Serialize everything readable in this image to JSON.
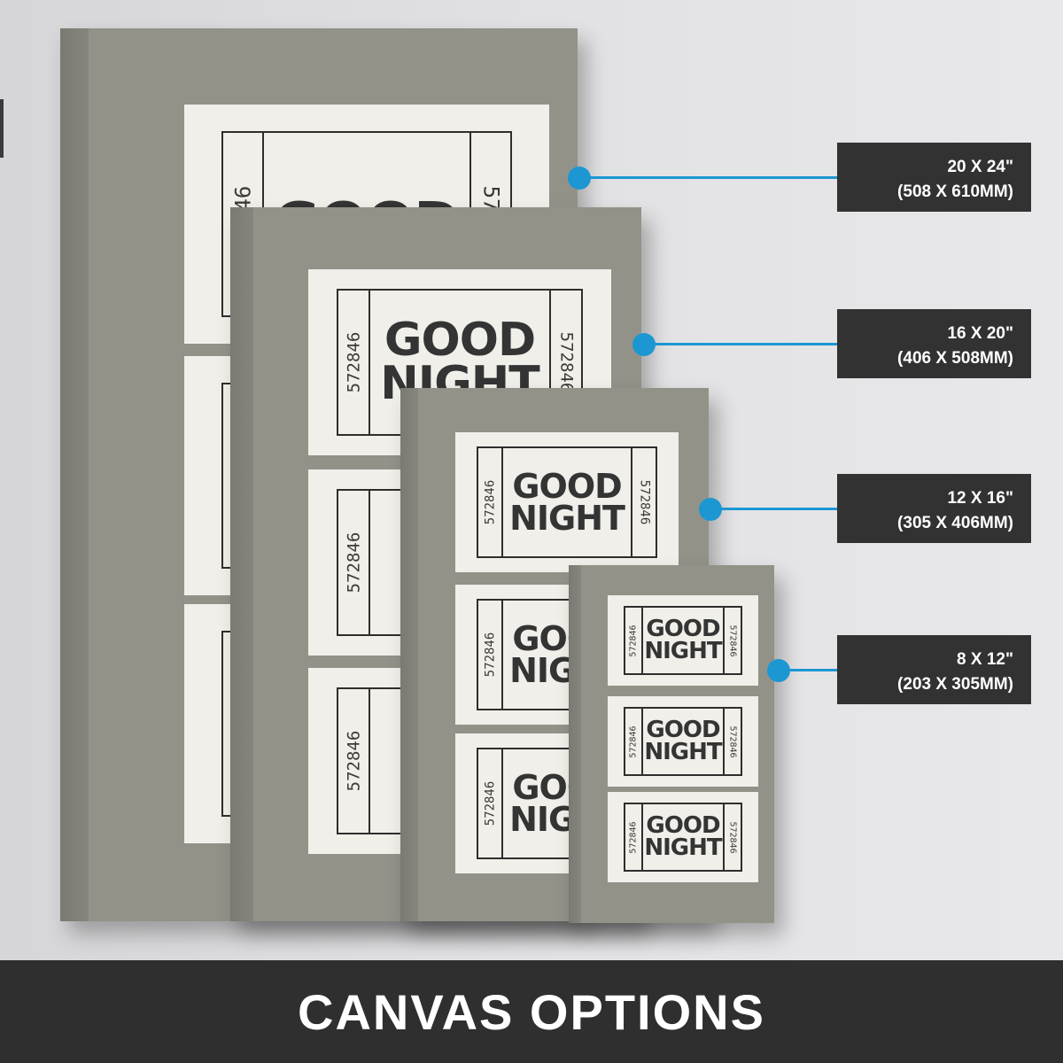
{
  "ticket": {
    "serial": "572846",
    "word1": "GOOD",
    "word2": "NIGHT"
  },
  "sizes": [
    {
      "inches": "20 X 24\"",
      "mm": "(508 X 610MM)"
    },
    {
      "inches": "16 X 20\"",
      "mm": "(406 X 508MM)"
    },
    {
      "inches": "12 X 16\"",
      "mm": "(305 X 406MM)"
    },
    {
      "inches": "8 X 12\"",
      "mm": "(203 X 305MM)"
    }
  ],
  "footer": {
    "title": "CANVAS OPTIONS"
  },
  "colors": {
    "canvas": "#929289",
    "ticket": "#f1efe9",
    "accent": "#1c97d2",
    "label_bg": "#323232"
  }
}
